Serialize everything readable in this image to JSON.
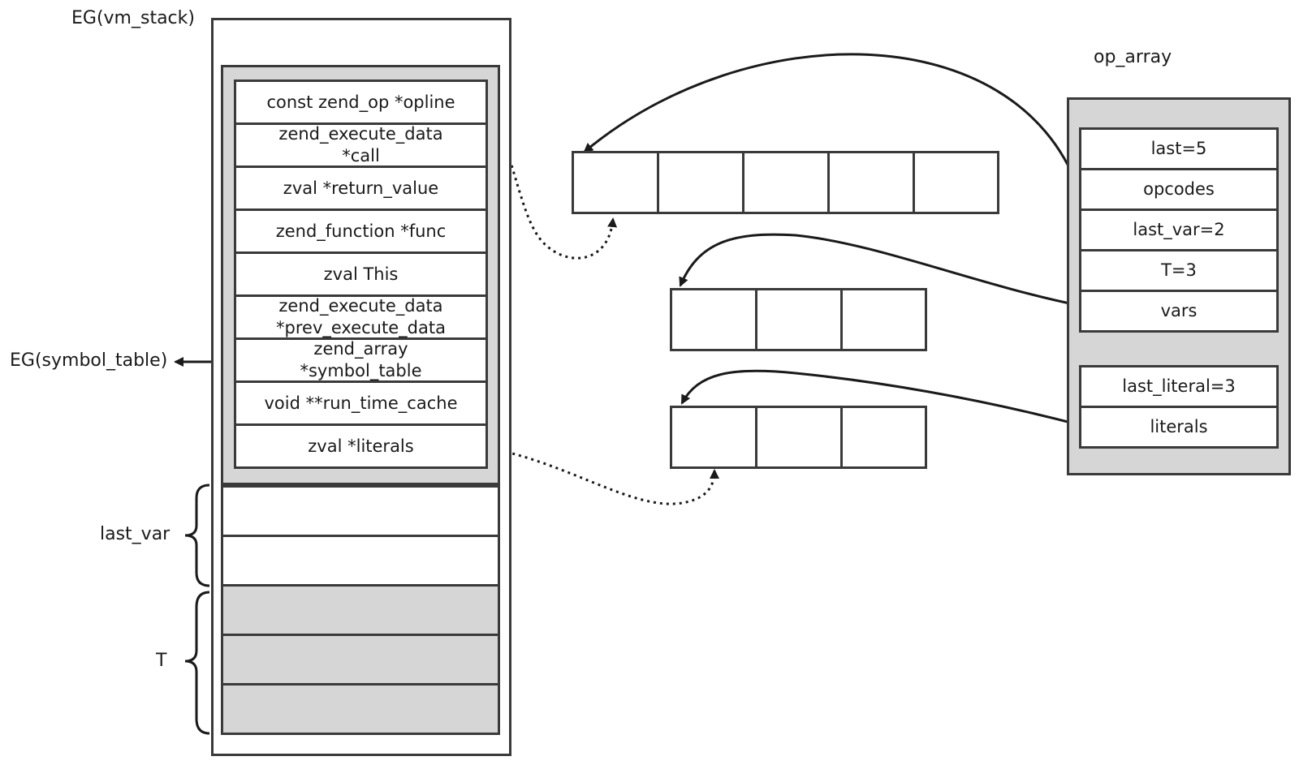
{
  "labels": {
    "vm_stack": "EG(vm_stack)",
    "symbol_table": "EG(symbol_table)",
    "last_var": "last_var",
    "t": "T",
    "op_array": "op_array"
  },
  "execute_data_fields": [
    "const zend_op *opline",
    "zend_execute_data\n*call",
    "zval  *return_value",
    "zend_function *func",
    "zval  This",
    "zend_execute_data\n*prev_execute_data",
    "zend_array\n*symbol_table",
    "void **run_time_cache",
    "zval  *literals"
  ],
  "op_array_fields": {
    "group1": [
      "last=5",
      "opcodes",
      "last_var=2",
      "T=3",
      "vars"
    ],
    "group2": [
      "last_literal=3",
      "literals"
    ]
  },
  "arrays": {
    "opcodes_cells": 5,
    "vars_cells": 3,
    "literals_cells": 3
  }
}
